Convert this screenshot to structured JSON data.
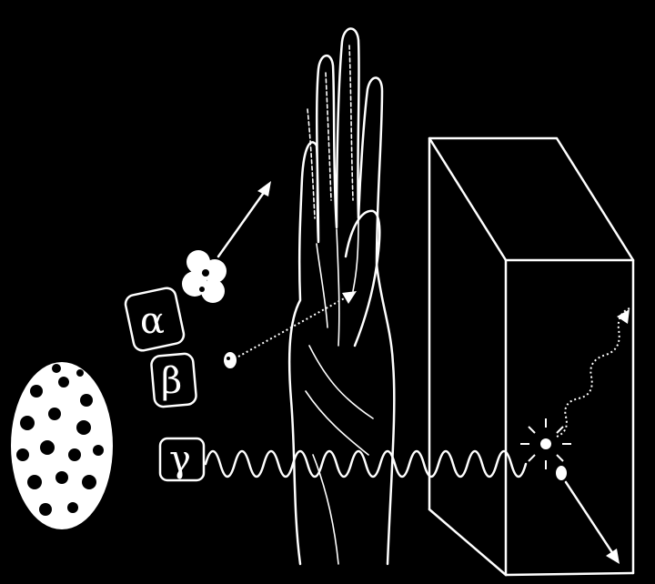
{
  "labels": {
    "alpha": "α",
    "beta": "β",
    "gamma": "γ"
  },
  "colors": {
    "background": "#000000",
    "foreground": "#ffffff"
  },
  "icons": [
    "nucleus-icon",
    "alpha-particle-icon",
    "beta-particle-icon",
    "hand-icon",
    "block-icon",
    "burst-icon"
  ]
}
